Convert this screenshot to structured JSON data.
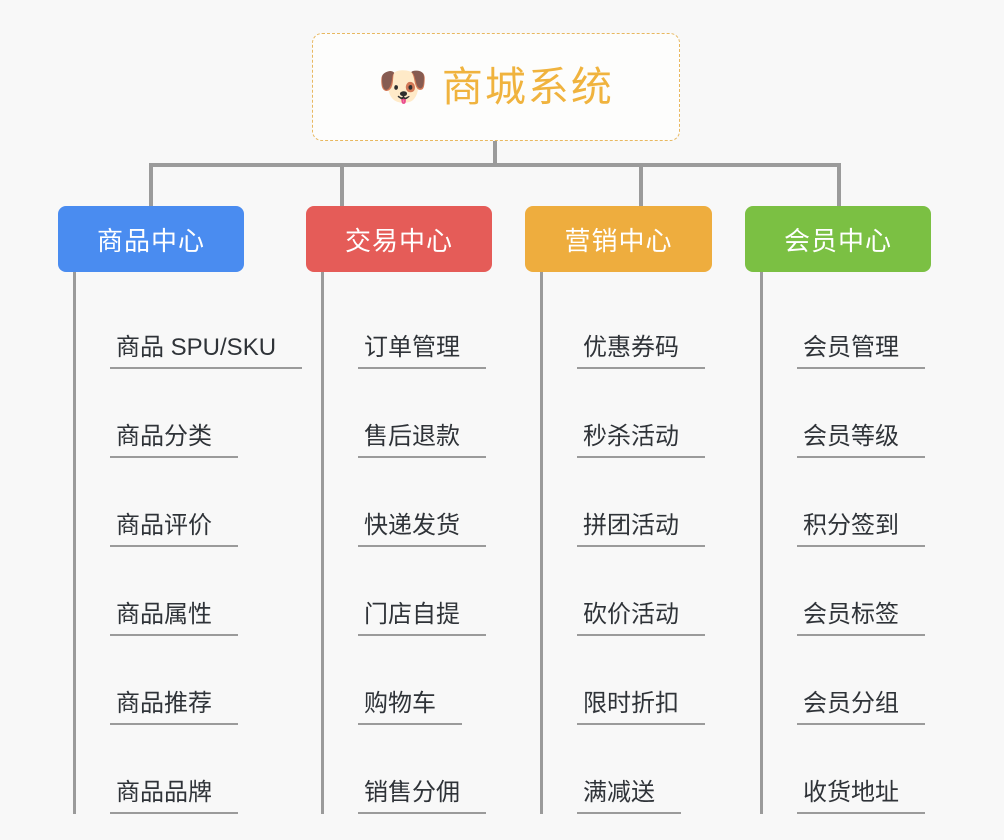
{
  "background_color": "#f8f8f8",
  "root": {
    "icon": "shiba-dog-face-icon",
    "icon_glyph": "🐶",
    "title": "商城系统",
    "title_color": "#f0b33e",
    "border_color": "#e8b860"
  },
  "connector_color": "#9b9b9b",
  "branches": [
    {
      "label": "商品中心",
      "color": "#4a8cf0",
      "items": [
        "商品 SPU/SKU",
        "商品分类",
        "商品评价",
        "商品属性",
        "商品推荐",
        "商品品牌"
      ]
    },
    {
      "label": "交易中心",
      "color": "#e55c58",
      "items": [
        "订单管理",
        "售后退款",
        "快递发货",
        "门店自提",
        "购物车",
        "销售分佣"
      ]
    },
    {
      "label": "营销中心",
      "color": "#eead3e",
      "items": [
        "优惠券码",
        "秒杀活动",
        "拼团活动",
        "砍价活动",
        "限时折扣",
        "满减送"
      ]
    },
    {
      "label": "会员中心",
      "color": "#7bc043",
      "items": [
        "会员管理",
        "会员等级",
        "积分签到",
        "会员标签",
        "会员分组",
        "收货地址"
      ]
    }
  ]
}
